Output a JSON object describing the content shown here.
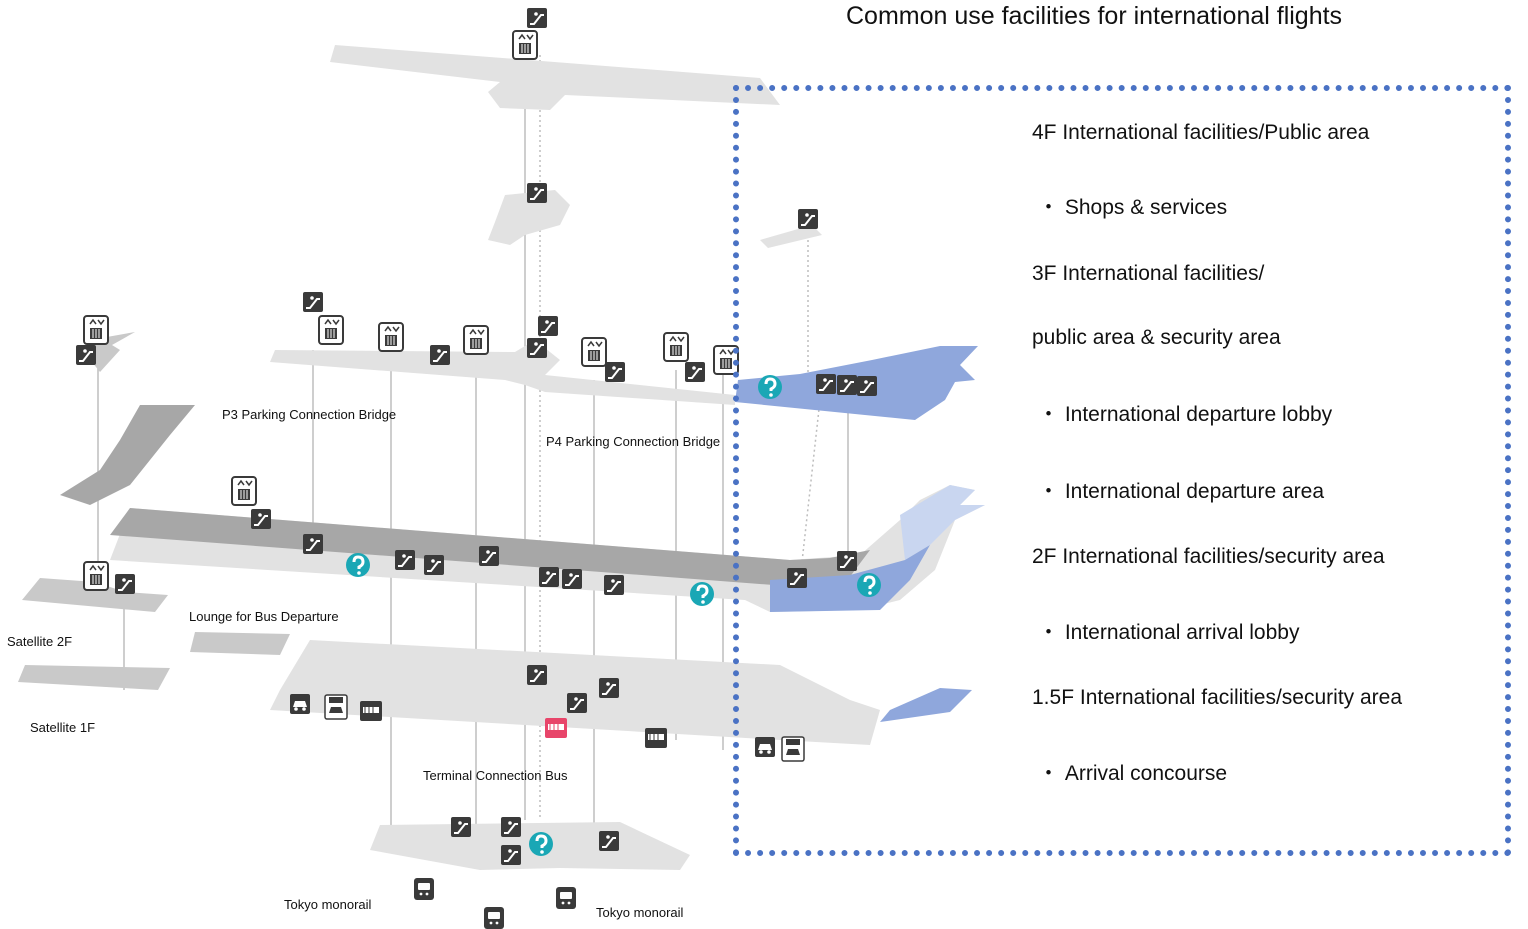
{
  "title": "Common use facilities for international flights",
  "map_labels": {
    "p3_bridge": "P3 Parking Connection Bridge",
    "p4_bridge": "P4 Parking Connection Bridge",
    "lounge_bus": "Lounge for Bus Departure",
    "satellite_2f": "Satellite 2F",
    "satellite_1f": "Satellite 1F",
    "terminal_bus": "Terminal Connection Bus",
    "monorail_left": "Tokyo monorail",
    "monorail_right": "Tokyo monorail"
  },
  "legend": {
    "lines": [
      "4F  International facilities/Public area",
      "・ Shops & services",
      "3F  International facilities/",
      "public area & security area",
      "・ International departure lobby",
      "・ International departure area",
      "2F  International facilities/security area",
      "・ International arrival lobby",
      "1.5F  International facilities/security area",
      "・ Arrival concourse"
    ]
  },
  "colors": {
    "floor_light": "#e2e2e2",
    "floor_mid": "#c9c9c9",
    "floor_dark": "#a7a7a7",
    "international_area": "#8fa7dc",
    "international_area_light": "#c9d6f0",
    "info_icon": "#1aa7b5",
    "bus_icon_red": "#e8456a",
    "icon_dark": "#3a3a3a",
    "legend_border": "#4a72c4"
  },
  "icons": [
    "escalator-icon",
    "elevator-icon",
    "info-icon",
    "taxi-icon",
    "car-icon",
    "bus-icon",
    "monorail-icon"
  ]
}
